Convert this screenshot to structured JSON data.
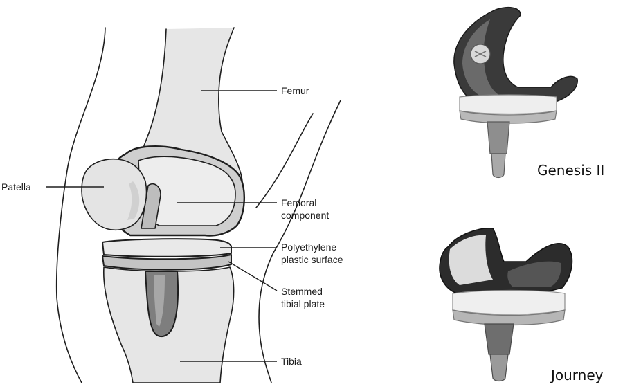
{
  "diagram": {
    "labels": {
      "femur": "Femur",
      "patella": "Patella",
      "femoral_component": "Femoral\ncomponent",
      "polyethylene": "Polyethylene\nplastic surface",
      "tibial_plate": "Stemmed\ntibial plate",
      "tibia": "Tibia"
    }
  },
  "implants": [
    {
      "name": "Genesis II"
    },
    {
      "name": "Journey"
    }
  ]
}
